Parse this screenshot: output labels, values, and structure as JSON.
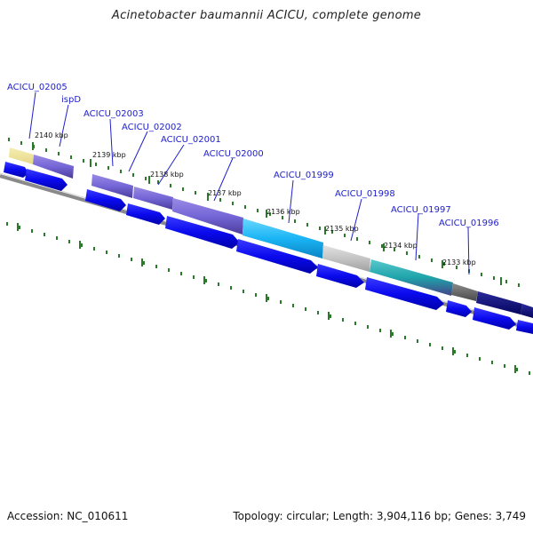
{
  "title": "Acinetobacter baumannii ACICU, complete genome",
  "footer": {
    "accession": "Accession: NC_010611",
    "topology": "Topology: circular; Length: 3,904,116 bp; Genes: 3,749"
  },
  "genes": [
    {
      "name": "ACICU_02005"
    },
    {
      "name": "ispD"
    },
    {
      "name": "ACICU_02003"
    },
    {
      "name": "ACICU_02002"
    },
    {
      "name": "ACICU_02001"
    },
    {
      "name": "ACICU_02000"
    },
    {
      "name": "ACICU_01999"
    },
    {
      "name": "ACICU_01998"
    },
    {
      "name": "ACICU_01997"
    },
    {
      "name": "ACICU_01996"
    }
  ],
  "ticks": [
    "2140 kbp",
    "2139 kbp",
    "2138 kbp",
    "2137 kbp",
    "2136 kbp",
    "2135 kbp",
    "2134 kbp",
    "2133 kbp"
  ],
  "colors": {
    "gene_label": "#2020cc",
    "cds_arrow": "#0a0aee",
    "tick": "#2a7a2a",
    "backbone": "#8a8a8a"
  }
}
